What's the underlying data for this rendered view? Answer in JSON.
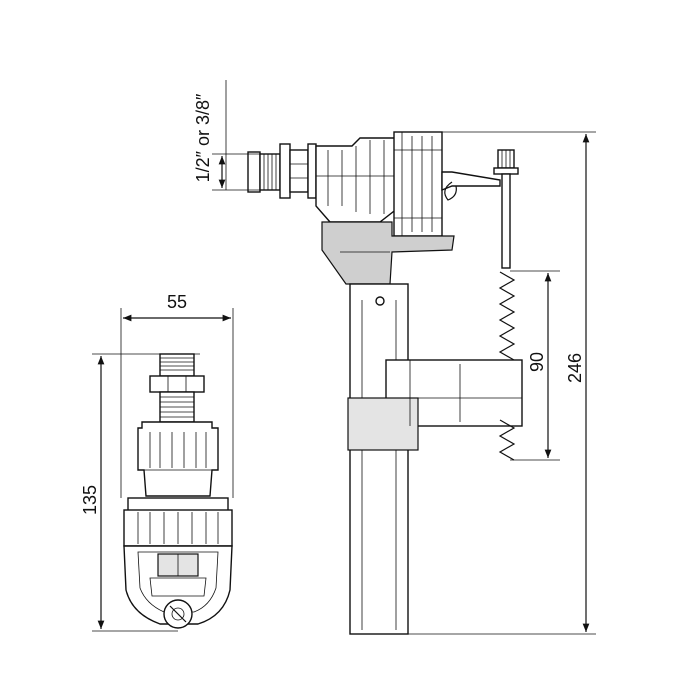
{
  "dimensions": {
    "width": "55",
    "height_left": "135",
    "height_total": "246",
    "float_travel": "90",
    "thread_size": "1/2″ or 3/8″"
  }
}
